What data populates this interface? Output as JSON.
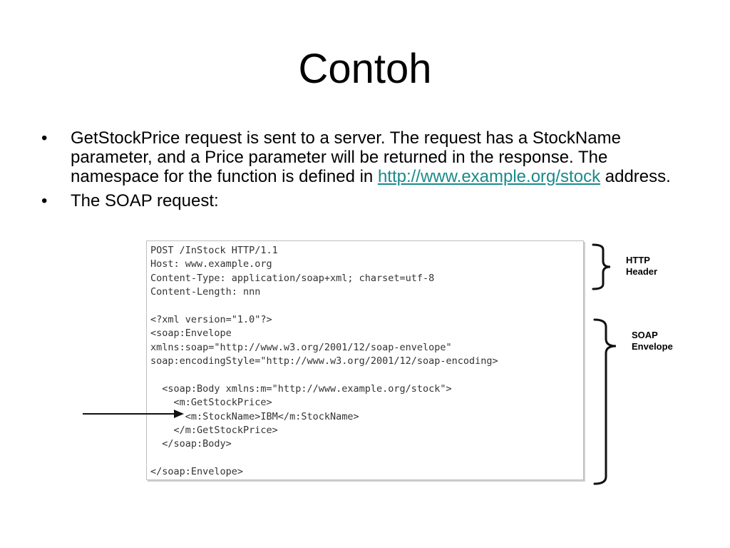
{
  "slide": {
    "title": "Contoh",
    "bullets": [
      {
        "marker": "•",
        "text_before": "GetStockPrice request is sent to a server. The request has a StockName parameter, and a Price parameter will be returned in the response. The namespace for the function is defined in ",
        "link": "http://www.example.org/stock",
        "text_after": " address."
      },
      {
        "marker": "•",
        "text": "The SOAP request:"
      }
    ]
  },
  "code": {
    "lines": [
      "POST /InStock HTTP/1.1",
      "Host: www.example.org",
      "Content-Type: application/soap+xml; charset=utf-8",
      "Content-Length: nnn",
      "",
      "<?xml version=\"1.0\"?>",
      "<soap:Envelope",
      "xmlns:soap=\"http://www.w3.org/2001/12/soap-envelope\"",
      "soap:encodingStyle=\"http://www.w3.org/2001/12/soap-encoding>",
      "",
      "  <soap:Body xmlns:m=\"http://www.example.org/stock\">",
      "    <m:GetStockPrice>",
      "      <m:StockName>IBM</m:StockName>",
      "    </m:GetStockPrice>",
      "  </soap:Body>",
      "",
      "</soap:Envelope>"
    ]
  },
  "annotations": {
    "http_header": [
      "HTTP",
      "Header"
    ],
    "soap_envelope": [
      "SOAP",
      "Envelope"
    ]
  },
  "colors": {
    "link": "#1a8a8a",
    "code_text": "#333333",
    "code_border": "#bdbdbd"
  }
}
